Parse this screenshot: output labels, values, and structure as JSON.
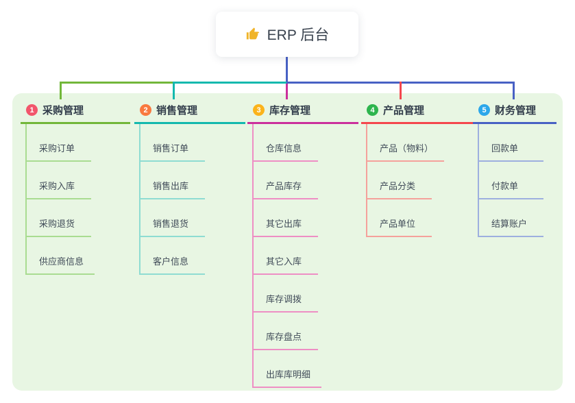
{
  "root": {
    "label": "ERP 后台",
    "icon": "thumbs-up-icon"
  },
  "branches": [
    {
      "badge": "1",
      "label": "采购管理",
      "badge_color": "#f2566b",
      "line_color": "#72b73a",
      "child_line_color": "#a9dc91",
      "children": [
        "采购订单",
        "采购入库",
        "采购退货",
        "供应商信息"
      ]
    },
    {
      "badge": "2",
      "label": "销售管理",
      "badge_color": "#f9793f",
      "line_color": "#13b9ae",
      "child_line_color": "#8edcd2",
      "children": [
        "销售订单",
        "销售出库",
        "销售退货",
        "客户信息"
      ]
    },
    {
      "badge": "3",
      "label": "库存管理",
      "badge_color": "#fbb31b",
      "line_color": "#cb2f9c",
      "child_line_color": "#ee8ec4",
      "children": [
        "仓库信息",
        "产品库存",
        "其它出库",
        "其它入库",
        "库存调拨",
        "库存盘点",
        "出库库明细"
      ]
    },
    {
      "badge": "4",
      "label": "产品管理",
      "badge_color": "#2eb54e",
      "line_color": "#f4474d",
      "child_line_color": "#f5a19b",
      "children": [
        "产品（物料）",
        "产品分类",
        "产品单位"
      ]
    },
    {
      "badge": "5",
      "label": "财务管理",
      "badge_color": "#2ca7ea",
      "line_color": "#4861c4",
      "child_line_color": "#9dafdf",
      "children": [
        "回款单",
        "付款单",
        "结算账户"
      ]
    }
  ],
  "colors": {
    "canvas": "#e8f6e3",
    "trunk": "#4861c4",
    "branch_text": "#323d4b",
    "child_text": "#414c59",
    "icon": "#f0b429"
  }
}
